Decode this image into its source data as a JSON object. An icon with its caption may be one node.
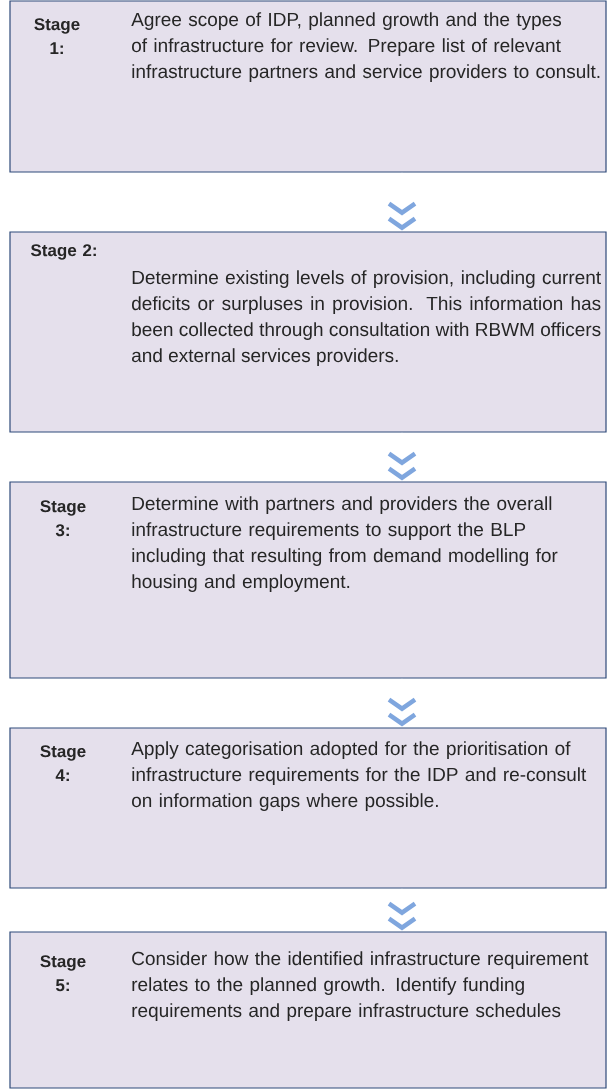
{
  "diagram": {
    "nodes": [
      {
        "text": [
          "Stage 1:",
          "Agree scope of IDP, planned growth and the types of infrastructure for review. Prepare list of relevant infrastructure partners and service providers to consult."
        ]
      },
      {
        "text": [
          "Stage 2:",
          "Determine existing levels of provision, including current deficits or surpluses in provision. This information has been collected through consultation with RBWM officers and external services providers."
        ]
      },
      {
        "text": [
          "Stage 3:",
          "Determine with partners and providers the overall infrastructure requirements to support the BLP including that resulting from demand modelling for housing and employment."
        ]
      },
      {
        "text": [
          "Stage 4:",
          "Apply categorisation adopted for the prioritisation of infrastructure requirements for the IDP and re-consult on information gaps where possible."
        ]
      },
      {
        "text": [
          "Stage 5:",
          "Consider how the identified infrastructure requirement relates to the planned growth. Identify funding requirements and prepare infrastructure schedules"
        ]
      }
    ],
    "edges": [
      {
        "from": 0,
        "to": 1,
        "arrow": "to"
      },
      {
        "from": 1,
        "to": 2,
        "arrow": "to"
      },
      {
        "from": 2,
        "to": 3,
        "arrow": "to"
      },
      {
        "from": 3,
        "to": 4,
        "arrow": "to"
      }
    ]
  }
}
